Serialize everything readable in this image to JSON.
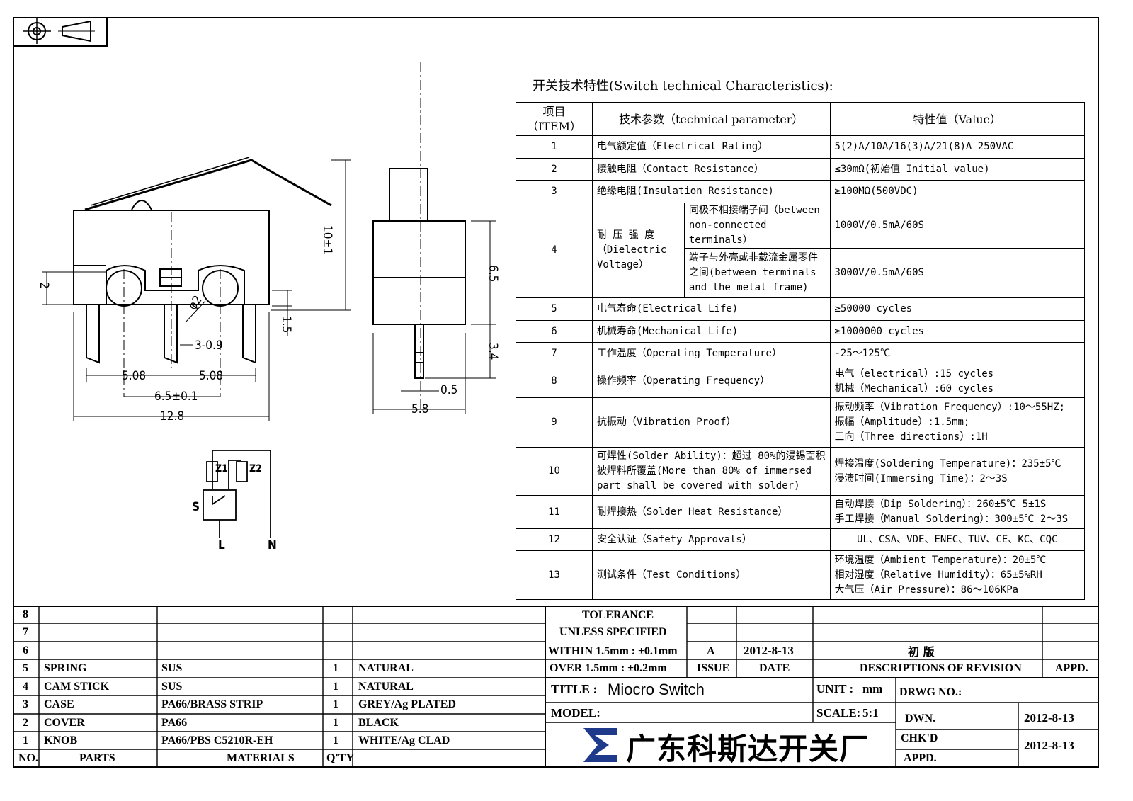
{
  "drawing": {
    "dimensions": {
      "height_total": "10±1",
      "pin_offset": "2",
      "pin_dia": "φ2",
      "pin_width": "3-0.9",
      "spacing_left": "5.08",
      "spacing_right": "5.08",
      "pin_span": "6.5±0.1",
      "body_length": "12.8",
      "terminal_height": "1.5",
      "side_height": "6.5",
      "side_pin_len": "3.4",
      "side_pin_thk": "0.5",
      "side_width": "5.8"
    },
    "schematic": {
      "z1": "Z1",
      "z2": "Z2",
      "s": "S",
      "l": "L",
      "n": "N"
    }
  },
  "spec": {
    "title": "开关技术特性(Switch technical Characteristics):",
    "headers": {
      "item_cn": "项目",
      "item_en": "（ITEM）",
      "param": "技术参数（technical parameter）",
      "value": "特性值（Value）"
    },
    "rows": [
      {
        "no": "1",
        "param": "电气额定值（Electrical Rating）",
        "value": "5(2)A/10A/16(3)A/21(8)A  250VAC"
      },
      {
        "no": "2",
        "param": "接触电阻（Contact  Resistance）",
        "value": "≤30mΩ(初始值 Initial value)"
      },
      {
        "no": "3",
        "param": "绝缘电阻(Insulation Resistance)",
        "value": "≥100MΩ(500VDC)"
      },
      {
        "no": "5",
        "param": "电气寿命(Electrical Life)",
        "value": "≥50000 cycles"
      },
      {
        "no": "6",
        "param": "机械寿命(Mechanical Life)",
        "value": "≥1000000 cycles"
      },
      {
        "no": "7",
        "param": "工作温度（Operating Temperature）",
        "value": "-25～125℃"
      },
      {
        "no": "12",
        "param": "安全认证（Safety Approvals）",
        "value": "UL、CSA、VDE、ENEC、TUV、CE、KC、CQC"
      }
    ],
    "row4": {
      "no": "4",
      "label_cn": "耐 压 强 度",
      "label_en": "（Dielectric Voltage）",
      "sub1": "同极不相接端子间（between non-connected terminals）",
      "val1": "1000V/0.5mA/60S",
      "sub2": "端子与外壳或非载流金属零件之间(between terminals and the metal frame)",
      "val2": "3000V/0.5mA/60S"
    },
    "row8": {
      "no": "8",
      "param": "操作频率（Operating Frequency）",
      "v1": "电气（electrical）:15 cycles",
      "v2": "机械（Mechanical）:60 cycles"
    },
    "row9": {
      "no": "9",
      "param": "抗振动（Vibration Proof）",
      "v1": "振动频率（Vibration Frequency）:10～55HZ;",
      "v2": "振幅（Amplitude）:1.5mm;",
      "v3": "三向（Three directions）:1H"
    },
    "row10": {
      "no": "10",
      "param": "可焊性(Solder Ability)：超过 80%的浸锡面积被焊料所覆盖(More than 80% of immersed part shall be covered with solder)",
      "v1": "焊接温度(Soldering Temperature)：235±5℃",
      "v2": "浸渍时间(Immersing Time)：2～3S"
    },
    "row11": {
      "no": "11",
      "param": "耐焊接热（Solder Heat Resistance）",
      "v1": "自动焊接（Dip Soldering）：260±5℃ 5±1S",
      "v2": "手工焊接（Manual Soldering）：300±5℃ 2～3S"
    },
    "row13": {
      "no": "13",
      "param": "测试条件（Test Conditions）",
      "v1": "环境温度（Ambient Temperature）：20±5℃",
      "v2": "相对湿度（Relative Humidity）：65±5%RH",
      "v3": "大气压（Air Pressure）：86～106KPa"
    }
  },
  "bom": {
    "rows": [
      {
        "no": "8",
        "part": "",
        "mat": "",
        "qty": "",
        "fin": ""
      },
      {
        "no": "7",
        "part": "",
        "mat": "",
        "qty": "",
        "fin": ""
      },
      {
        "no": "6",
        "part": "",
        "mat": "",
        "qty": "",
        "fin": ""
      },
      {
        "no": "5",
        "part": "SPRING",
        "mat": "SUS",
        "qty": "1",
        "fin": "NATURAL"
      },
      {
        "no": "4",
        "part": "CAM STICK",
        "mat": "SUS",
        "qty": "1",
        "fin": "NATURAL"
      },
      {
        "no": "3",
        "part": "CASE",
        "mat": "PA66/BRASS STRIP",
        "qty": "1",
        "fin": "GREY/Ag PLATED"
      },
      {
        "no": "2",
        "part": "COVER",
        "mat": "PA66",
        "qty": "1",
        "fin": "BLACK"
      },
      {
        "no": "1",
        "part": "KNOB",
        "mat": "PA66/PBS C5210R-EH",
        "qty": "1",
        "fin": "WHITE/Ag CLAD"
      }
    ],
    "headers": {
      "no": "NO.",
      "part": "PARTS",
      "mat": "MATERIALS",
      "qty": "Q'TY"
    }
  },
  "titleblock": {
    "tol1": "TOLERANCE",
    "tol2": "UNLESS   SPECIFIED",
    "tol3": "WITHIN 1.5mm : ±0.1mm",
    "tol4": "OVER 1.5mm : ±0.2mm",
    "rev_issue": "A",
    "rev_date": "2012-8-13",
    "rev_desc": "初  版",
    "h_issue": "ISSUE",
    "h_date": "DATE",
    "h_desc": "DESCRIPTIONS OF REVISION",
    "h_appd": "APPD.",
    "title_label": "TITLE :",
    "title_value": "Miocro Switch",
    "unit_label": "UNIT :",
    "unit_value": "mm",
    "drwg_label": "DRWG NO.:",
    "model_label": "MODEL:",
    "scale_label": "SCALE:",
    "scale_value": "5:1",
    "dwn_label": "DWN.",
    "dwn_date": "2012-8-13",
    "chkd_label": "CHK'D",
    "chkd_date": "2012-8-13",
    "appd_label": "APPD.",
    "company": "广东科斯达开关厂",
    "logo_color": "#1f3a8a"
  }
}
